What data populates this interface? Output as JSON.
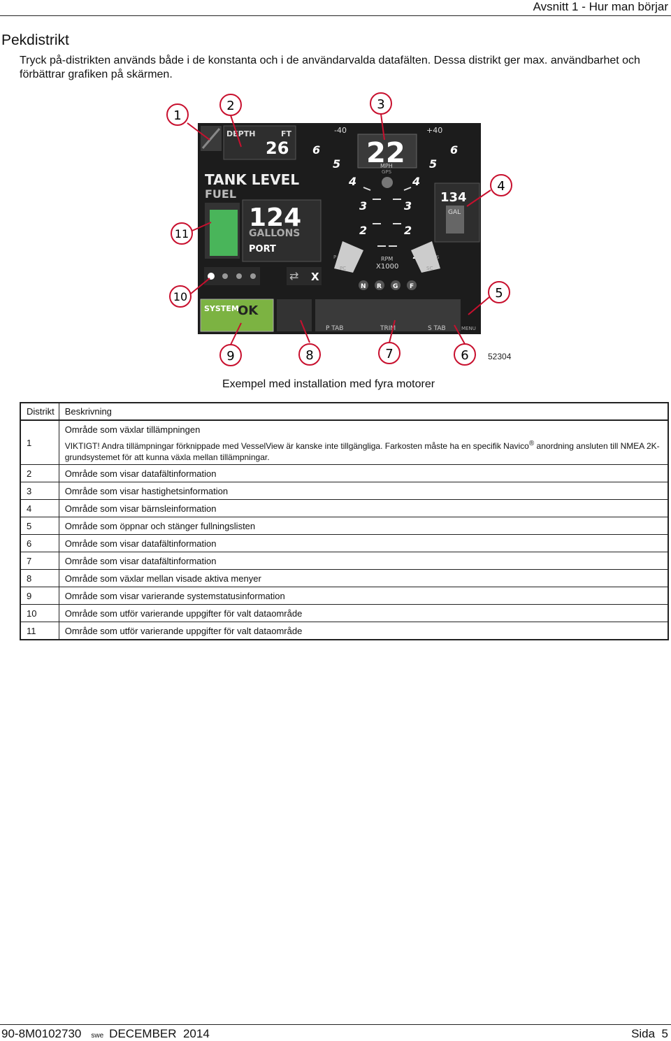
{
  "header": {
    "section": "Avsnitt 1 - Hur man börjar"
  },
  "title": "Pekdistrikt",
  "intro": "Tryck på-distrikten används både i de konstanta och i de användarvalda datafälten. Dessa distrikt ger max. användbarhet och förbättrar grafiken på skärmen.",
  "figure": {
    "callouts": [
      "1",
      "2",
      "3",
      "4",
      "5",
      "6",
      "7",
      "8",
      "9",
      "10",
      "11"
    ],
    "fig_number": "52304",
    "depth_label": "DEPTH",
    "depth_unit": "FT",
    "depth_value": "26",
    "tank_title": "TANK LEVEL",
    "tank_sub": "FUEL",
    "gallons_value": "124",
    "gallons_label": "GALLONS",
    "port_label": "PORT",
    "speed_value": "22",
    "speed_unit": "MPH",
    "speed_src": "GPS",
    "trim_left": "-40",
    "trim_right": "+40",
    "rpm_label": "RPM",
    "rpm_scale": "X1000",
    "gal_value": "134",
    "gal_label": "GAL",
    "gear_labels": [
      "N",
      "R",
      "G",
      "F"
    ],
    "system_label": "SYSTEM",
    "ok_label": "OK",
    "ptab": "P TAB",
    "trim": "TRIM",
    "stab": "S TAB",
    "menu": "MENU",
    "x_label": "X",
    "gauge_numbers": [
      "6",
      "5",
      "4",
      "3",
      "2",
      "1"
    ],
    "pc": "PC",
    "sc": "SC",
    "p": "P",
    "s": "S"
  },
  "caption": "Exempel med installation med fyra motorer",
  "table": {
    "headers": [
      "Distrikt",
      "Beskrivning"
    ],
    "row1": {
      "num": "1",
      "desc": "Område som växlar tillämpningen",
      "important_a": "VIKTIGT! Andra tillämpningar förknippade med VesselView är kanske inte tillgängliga. Farkosten måste ha en specifik Navico",
      "reg": "®",
      "important_b": " anordning ansluten till NMEA 2K-grundsystemet för att kunna växla mellan tillämpningar."
    },
    "rows": [
      {
        "num": "2",
        "desc": "Område som visar datafältinformation"
      },
      {
        "num": "3",
        "desc": "Område som visar hastighetsinformation"
      },
      {
        "num": "4",
        "desc": "Område som visar bärnsleinformation"
      },
      {
        "num": "5",
        "desc": "Område som öppnar och stänger fullningslisten"
      },
      {
        "num": "6",
        "desc": "Område som visar datafältinformation"
      },
      {
        "num": "7",
        "desc": "Område som visar datafältinformation"
      },
      {
        "num": "8",
        "desc": "Område som växlar mellan visade aktiva menyer"
      },
      {
        "num": "9",
        "desc": "Område som visar varierande systemstatusinformation"
      },
      {
        "num": "10",
        "desc": "Område som utför varierande uppgifter för valt dataområde"
      },
      {
        "num": "11",
        "desc": "Område som utför varierande uppgifter för valt dataområde"
      }
    ]
  },
  "footer": {
    "doc": "90-8M0102730",
    "lang": "swe",
    "date": "DECEMBER  2014",
    "page": "Sida  5"
  },
  "colors": {
    "accent_red": "#c8102e",
    "screen_bg": "#1c1c1c",
    "fuel_green": "#49b55a",
    "system_green": "#7cb342"
  }
}
